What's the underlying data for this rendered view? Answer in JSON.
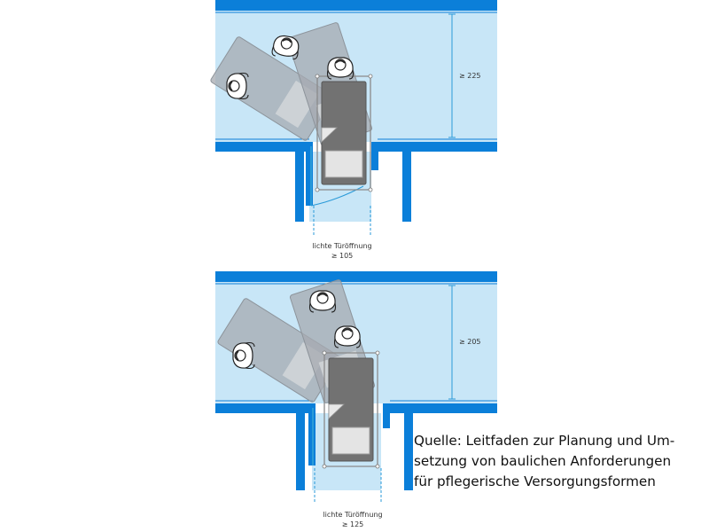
{
  "colors": {
    "wall": "#0b7fd9",
    "corridor": "#c8e6f7",
    "bed_frame": "#7a7a7a",
    "bed_mattress": "#6f6f6f",
    "bed_ghost": "#a9a9a9",
    "dimension": "#2a9ad8"
  },
  "diagrams": [
    {
      "corridor_width_label": "≥ 225",
      "door_label_line1": "lichte Türöffnung",
      "door_label_line2": "≥ 105"
    },
    {
      "corridor_width_label": "≥ 205",
      "door_label_line1": "lichte Türöffnung",
      "door_label_line2": "≥ 125"
    }
  ],
  "source": {
    "line1": "Quelle: Leitfaden zur Planung und Um-",
    "line2": "setzung von baulichen Anforderungen",
    "line3": "für pflegerische Versorgungsformen"
  }
}
